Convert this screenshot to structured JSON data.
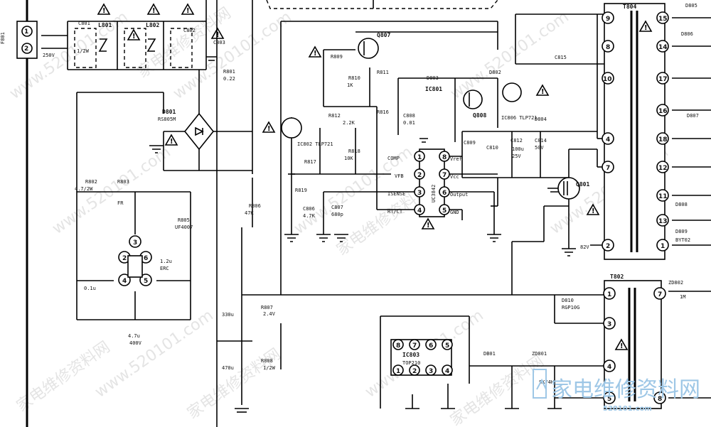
{
  "transformers": {
    "t_top": "T804",
    "t_bottom": "T802",
    "t_top_pins_left": [
      "9",
      "8",
      "10",
      "4",
      "7",
      "2"
    ],
    "t_top_pins_right": [
      "15",
      "14",
      "17",
      "16",
      "18",
      "12",
      "11",
      "13",
      "1"
    ],
    "t_bottom_pins_left": [
      "1",
      "3",
      "4",
      "5"
    ],
    "t_bottom_pins_right": [
      "7",
      "8"
    ]
  },
  "ics": {
    "ic_main": "IC801",
    "ic_main_sub": "UC3842",
    "ic_main_pins_left": [
      "COMP",
      "VFB",
      "ISENSE",
      "RT/CT"
    ],
    "ic_main_pins_right": [
      "Vref",
      "Vcc",
      "Output",
      "GND"
    ],
    "ic_bottom": "IC803",
    "ic_bottom_sub": "TOP210",
    "optos": [
      "IC802 TLP721",
      "IC806 TLP721"
    ]
  },
  "parts": {
    "fuse": "F801",
    "fuse_sub": "250V",
    "fuse_pins": [
      "1",
      "2"
    ],
    "coils": [
      "L801",
      "L802"
    ],
    "coil_sub": "1/2W",
    "bridge": "D801",
    "bridge_sub": "RS805M",
    "transistors": [
      "Q807",
      "Q808",
      "Q801"
    ],
    "labels": [
      "C801",
      "C802",
      "C803",
      "R801",
      "R802",
      "R803",
      "R805",
      "R806",
      "R807",
      "R808",
      "R809",
      "R810",
      "R811",
      "R812",
      "R816",
      "R817",
      "R818",
      "R819",
      "C806",
      "C807",
      "C808",
      "C809",
      "C810",
      "C812",
      "C814",
      "C815",
      "D802",
      "D803",
      "D804",
      "D805",
      "D806",
      "D807",
      "D808",
      "D809",
      "D810",
      "ZD801",
      "ZD802",
      "DB01"
    ],
    "values": [
      "4.7/2W",
      "0.1u",
      "400V",
      "330u",
      "470u",
      "0.22",
      "47K",
      "1K",
      "2.2K",
      "10K",
      "4.7K",
      "680p",
      "0.01",
      "100u",
      "25V",
      "50V",
      "2.4V",
      "1/2W",
      "FR",
      "RGP10G",
      "UF4007",
      "SKF4H",
      "ERC",
      "82V",
      "BYT02",
      "1.2u",
      "4.7u",
      "1M"
    ]
  },
  "watermark": {
    "site": "www.520101.com",
    "cn": "家电维修资料网",
    "logo_text": "家电维修资料网",
    "logo_url": "520101.com"
  }
}
